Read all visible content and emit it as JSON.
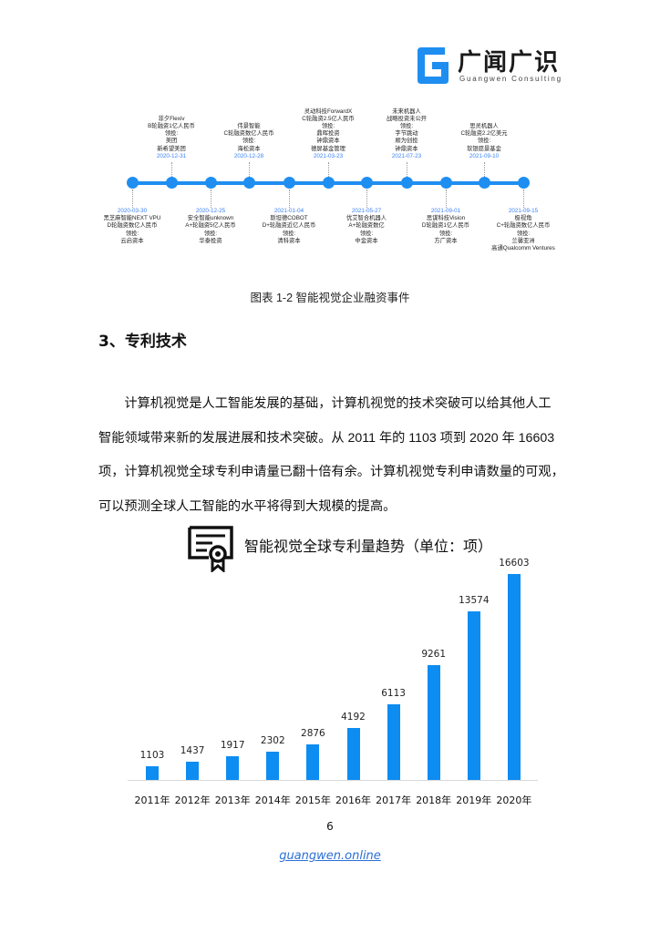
{
  "header": {
    "logo_cn": "广闻广识",
    "logo_en": "Guangwen  Consulting",
    "brand_color": "#1f8ef1"
  },
  "timeline": {
    "line_color": "#1f8ef1",
    "events_top": [
      {
        "lines": [
          "非夕Flexiv",
          "B轮融资1亿人民币",
          "领投:",
          "美团",
          "新希望美团"
        ],
        "date": "2020-12-31"
      },
      {
        "lines": [
          "伟景智能",
          "C轮融资数亿人民币",
          "领投:",
          "海松资本"
        ],
        "date": "2020-12-28"
      },
      {
        "lines": [
          "灵动科技ForwardX",
          "C轮融资2.5亿人民币",
          "领投:",
          "鼎晖投资",
          "钟鼎资本",
          "德屏基金管理"
        ],
        "date": "2021-03-23"
      },
      {
        "lines": [
          "未来机器人",
          "战略投资未公开",
          "领投:",
          "字节跳动",
          "顺为创投",
          "钟鼎资本"
        ],
        "date": "2021-07-23"
      },
      {
        "lines": [
          "思灵机器人",
          "C轮融资2.2亿美元",
          "领投:",
          "软银愿景基金"
        ],
        "date": "2021-09-10"
      }
    ],
    "events_bottom": [
      {
        "date": "2020-03-30",
        "lines": [
          "黑芝麻智能NEXT VPU",
          "D轮融资数亿人民币",
          "领投:",
          "云启资本"
        ]
      },
      {
        "date": "2020-12-25",
        "lines": [
          "安全智能unknown",
          "A+轮融资5亿人民币",
          "领投:",
          "华泰投资"
        ]
      },
      {
        "date": "2021-01-04",
        "lines": [
          "斯坦德COBOT",
          "D+轮融资近亿人民币",
          "领投:",
          "清科资本"
        ]
      },
      {
        "date": "2021-05-27",
        "lines": [
          "优艾智合机器人",
          "A+轮融资数亿",
          "领投:",
          "中金资本"
        ]
      },
      {
        "date": "2021-09-01",
        "lines": [
          "思谋科技Vision",
          "D轮融资1亿人民币",
          "领投:",
          "方广资本"
        ]
      },
      {
        "date": "2021-09-15",
        "lines": [
          "极视角",
          "C+轮融资数亿人民币",
          "领投:",
          "兰馨亚洲",
          "高通Qualcomm Ventures"
        ]
      }
    ]
  },
  "caption": "图表 1-2  智能视觉企业融资事件",
  "section_heading": "3、专利技术",
  "paragraph": {
    "lines": [
      "计算机视觉是人工智能发展的基础，计算机视觉的技术突破可以给其他人工",
      "智能领域带来新的发展进展和技术突破。从 2011 年的 1103 项到 2020 年 16603",
      "项，计算机视觉全球专利申请量已翻十倍有余。计算机视觉专利申请数量的可观，",
      "可以预测全球人工智能的水平将得到大规模的提高。"
    ]
  },
  "chart_data": {
    "type": "bar",
    "title": "智能视觉全球专利量趋势（单位：项）",
    "icon": "certificate-icon",
    "categories": [
      "2011年",
      "2012年",
      "2013年",
      "2014年",
      "2015年",
      "2016年",
      "2017年",
      "2018年",
      "2019年",
      "2020年"
    ],
    "values": [
      1103,
      1437,
      1917,
      2302,
      2876,
      4192,
      6113,
      9261,
      13574,
      16603
    ],
    "value_labels": [
      "1103",
      "1437",
      "1917",
      "2302",
      "2876",
      "4192",
      "6113",
      "9261",
      "13574",
      "16603"
    ],
    "xlabel": "",
    "ylabel": "",
    "ylim": [
      0,
      17000
    ],
    "grid": false,
    "legend": "none",
    "bar_color": "#0d8cf1"
  },
  "footer": {
    "page_number": "6",
    "link": "guangwen.online"
  }
}
